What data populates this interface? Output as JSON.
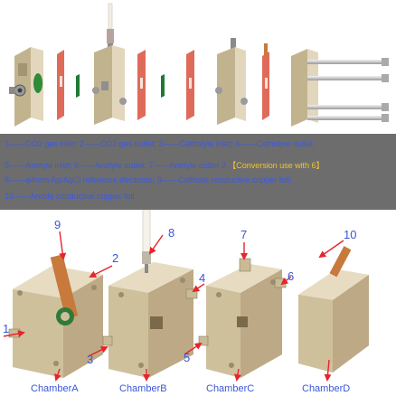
{
  "legend": {
    "line1": "1——CO2 gas inlet;  2——CO2 gas outlet;  3——Catholyte inlet;  4——Catholyte outlet;",
    "line2_main": "5——Anolyte inlet;  6——Anolyte outlet;  7——Anolyte outlet-2",
    "line2_note": "【Conversion use with 6】",
    "line3": "8——φ4mm Ag/AgCl reference electrode;  9——Cathode conductive copper foil;",
    "line4": "10——Anode conductive copper foil"
  },
  "callouts": {
    "c1": "1",
    "c2": "2",
    "c3": "3",
    "c4": "4",
    "c5": "5",
    "c6": "6",
    "c7": "7",
    "c8": "8",
    "c9": "9",
    "c10": "10"
  },
  "chambers": {
    "a": "ChamberA",
    "b": "ChamberB",
    "c": "ChamberC",
    "d": "ChamberD"
  },
  "colors": {
    "arrow": "#e8242a",
    "label": "#3a56d6",
    "block": "#cdbf9e",
    "gasket": "#e06a5a",
    "legend_bg": "#6d6d6d",
    "highlight": "#f2c230"
  }
}
